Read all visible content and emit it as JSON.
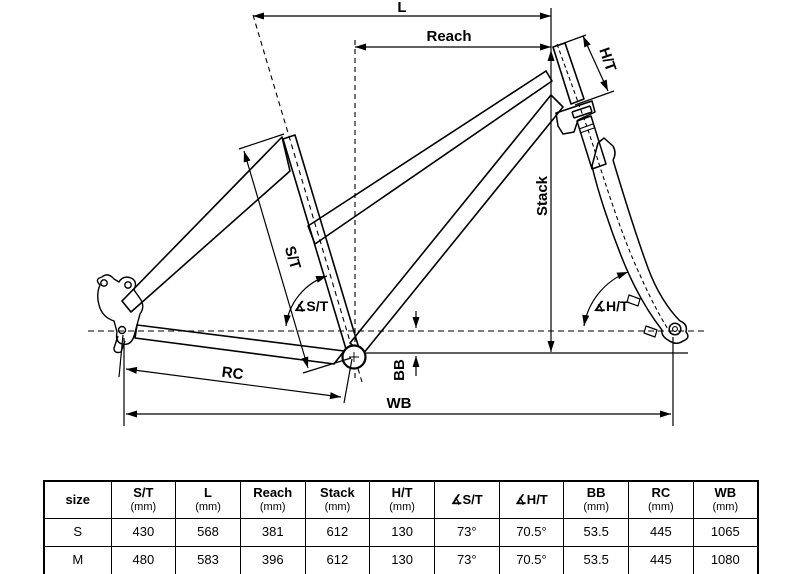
{
  "diagram": {
    "labels": {
      "l": "L",
      "reach": "Reach",
      "stack": "Stack",
      "ht": "H/T",
      "st": "S/T",
      "angle_st": "∡S/T",
      "angle_ht": "∡H/T",
      "bb": "BB",
      "rc": "RC",
      "wb": "WB"
    },
    "line_color": "#000000",
    "background": "#ffffff"
  },
  "table": {
    "columns": [
      {
        "label": "size",
        "unit": ""
      },
      {
        "label": "S/T",
        "unit": "(mm)"
      },
      {
        "label": "L",
        "unit": "(mm)"
      },
      {
        "label": "Reach",
        "unit": "(mm)"
      },
      {
        "label": "Stack",
        "unit": "(mm)"
      },
      {
        "label": "H/T",
        "unit": "(mm)"
      },
      {
        "label": "∡S/T",
        "unit": ""
      },
      {
        "label": "∡H/T",
        "unit": ""
      },
      {
        "label": "BB",
        "unit": "(mm)"
      },
      {
        "label": "RC",
        "unit": "(mm)"
      },
      {
        "label": "WB",
        "unit": "(mm)"
      }
    ],
    "rows": [
      {
        "size": "S",
        "values": [
          "430",
          "568",
          "381",
          "612",
          "130",
          "73°",
          "70.5°",
          "53.5",
          "445",
          "1065"
        ]
      },
      {
        "size": "M",
        "values": [
          "480",
          "583",
          "396",
          "612",
          "130",
          "73°",
          "70.5°",
          "53.5",
          "445",
          "1080"
        ]
      }
    ]
  }
}
